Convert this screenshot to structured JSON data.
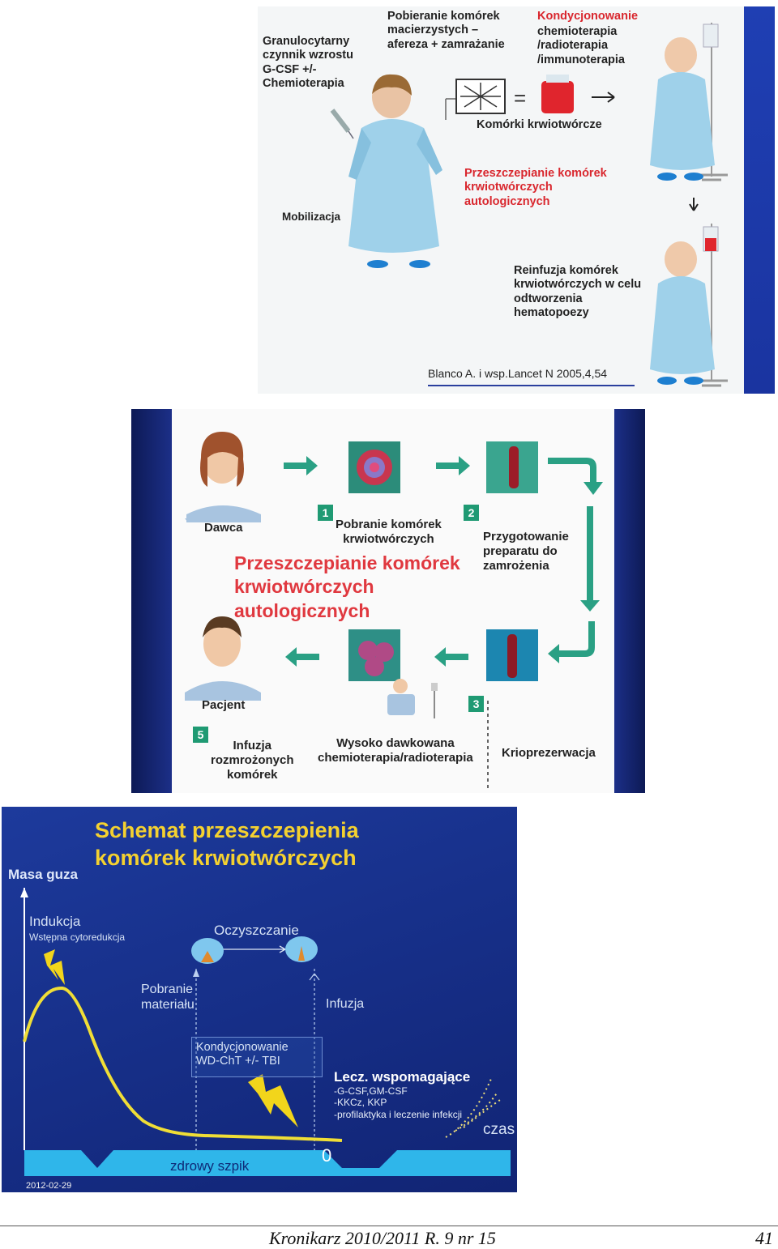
{
  "panel1": {
    "col1": "Granulocytarny\nczynnik wzrostu\nG-CSF +/-\nChemioterapia",
    "col2": "Pobieranie komórek\nmacierzystych –\nafereza + zamrażanie",
    "col3_heading": "Kondycjonowanie",
    "col3_body": "chemioterapia\n/radioterapia\n/immunoterapia",
    "cells_label": "Komórki krwiotwórcze",
    "center_label": "Przeszczepianie komórek\nkrwiotwórczych\nautologicznych",
    "mobilization": "Mobilizacja",
    "reinfusion": "Reinfuzja komórek\nkrwiotwórczych w celu\nodtworzenia\nhematopoezy",
    "citation": "Blanco A. i wsp.Lancet N 2005,4,54"
  },
  "panel2": {
    "donor": "Dawca",
    "patient": "Pacjent",
    "step1": "Pobranie komórek\nkrwiotwórczych",
    "step2": "Przygotowanie\npreparatu do\nzamrożenia",
    "step3": "Krioprezerwacja",
    "step4": "Wysoko dawkowana\nchemioterapia/radioterapia",
    "step5": "Infuzja\nrozmrożonych\nkomórek",
    "title": "Przeszczepianie komórek\nkrwiotwórczych\nautologicznych",
    "n1": "1",
    "n2": "2",
    "n3": "3",
    "n5": "5"
  },
  "panel3": {
    "title": "Schemat przeszczepienia\nkomórek krwiotwórczych",
    "y_axis": "Masa guza",
    "induction": "Indukcja",
    "induction_sub": "Wstępna cytoredukcja",
    "purging": "Oczyszczanie",
    "collection": "Pobranie\nmateriału",
    "infusion": "Infuzja",
    "conditioning": "Kondycjonowanie\nWD-ChT  +/- TBI",
    "support_title": "Lecz. wspomagające",
    "support_items": "-G-CSF,GM-CSF\n-KKCz, KKP\n-profilaktyka i leczenie infekcji",
    "time": "czas",
    "zero": "0",
    "marrow": "zdrowy szpik",
    "date": "2012-02-29"
  },
  "footer": {
    "journal": "Kronikarz 2010/2011 R. 9 nr 15",
    "page": "41"
  }
}
